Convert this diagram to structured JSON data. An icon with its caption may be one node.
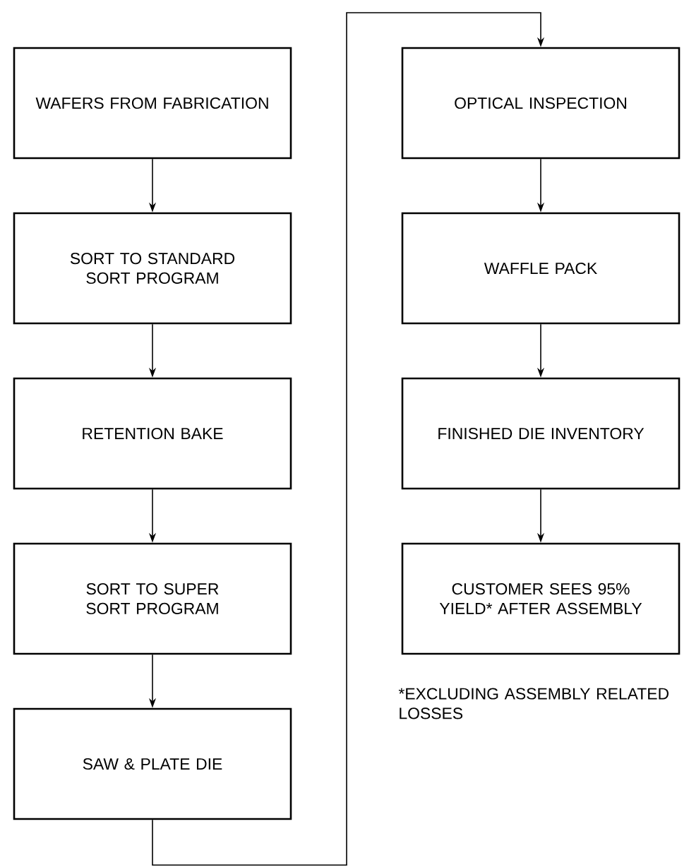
{
  "diagram": {
    "nodes": [
      {
        "text": [
          "WAFERS FROM FABRICATION"
        ]
      },
      {
        "text": [
          "SORT TO STANDARD SORT PROGRAM"
        ]
      },
      {
        "text": [
          "RETENTION BAKE"
        ]
      },
      {
        "text": [
          "SORT TO SUPER SORT PROGRAM"
        ]
      },
      {
        "text": [
          "SAW & PLATE DIE"
        ]
      },
      {
        "text": [
          "OPTICAL INSPECTION"
        ]
      },
      {
        "text": [
          "WAFFLE PACK"
        ]
      },
      {
        "text": [
          "FINISHED DIE INVENTORY"
        ]
      },
      {
        "text": [
          "CUSTOMER SEES 95% YIELD* AFTER ASSEMBLY"
        ]
      }
    ],
    "edges": [
      {
        "from": 0,
        "to": 1,
        "arrow": "to"
      },
      {
        "from": 1,
        "to": 2,
        "arrow": "to"
      },
      {
        "from": 2,
        "to": 3,
        "arrow": "to"
      },
      {
        "from": 3,
        "to": 4,
        "arrow": "to"
      },
      {
        "from": 4,
        "to": 5,
        "arrow": "to"
      },
      {
        "from": 5,
        "to": 6,
        "arrow": "to"
      },
      {
        "from": 6,
        "to": 7,
        "arrow": "to"
      },
      {
        "from": 7,
        "to": 8,
        "arrow": "to"
      }
    ],
    "labels": [
      "*EXCLUDING ASSEMBLY RELATED LOSSES"
    ]
  }
}
